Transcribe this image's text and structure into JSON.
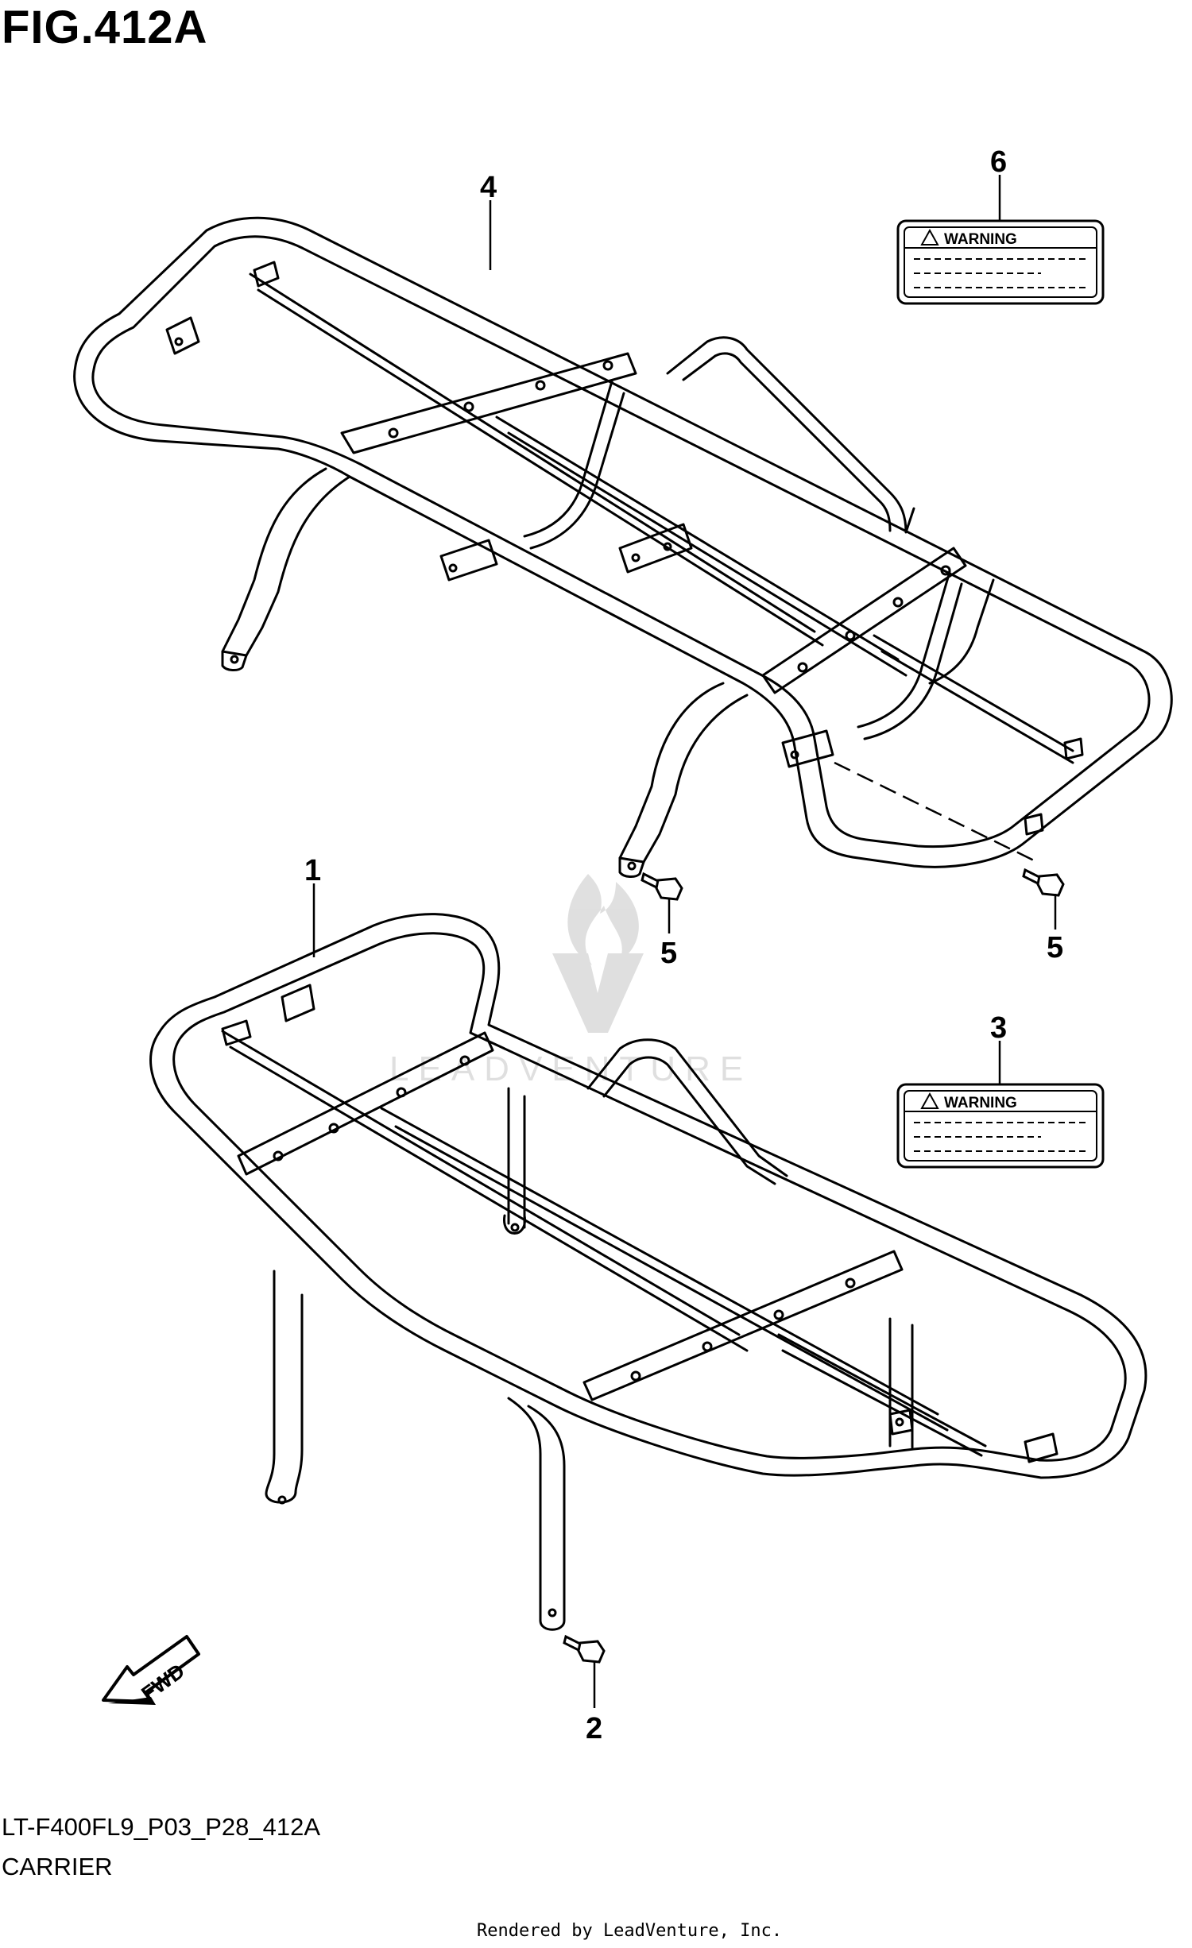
{
  "figure": {
    "title": "FIG.412A"
  },
  "footer": {
    "code": "LT-F400FL9_P03_P28_412A",
    "name": "CARRIER",
    "rendered_by": "Rendered by LeadVenture, Inc."
  },
  "watermark": {
    "text": "LEADVENTURE"
  },
  "callouts": {
    "c1": "1",
    "c2": "2",
    "c3": "3",
    "c4": "4",
    "c5a": "5",
    "c5b": "5",
    "c6": "6"
  },
  "labels": {
    "warning_top": "WARNING",
    "warning_bottom": "WARNING"
  },
  "fwd": {
    "text": "FWD"
  }
}
